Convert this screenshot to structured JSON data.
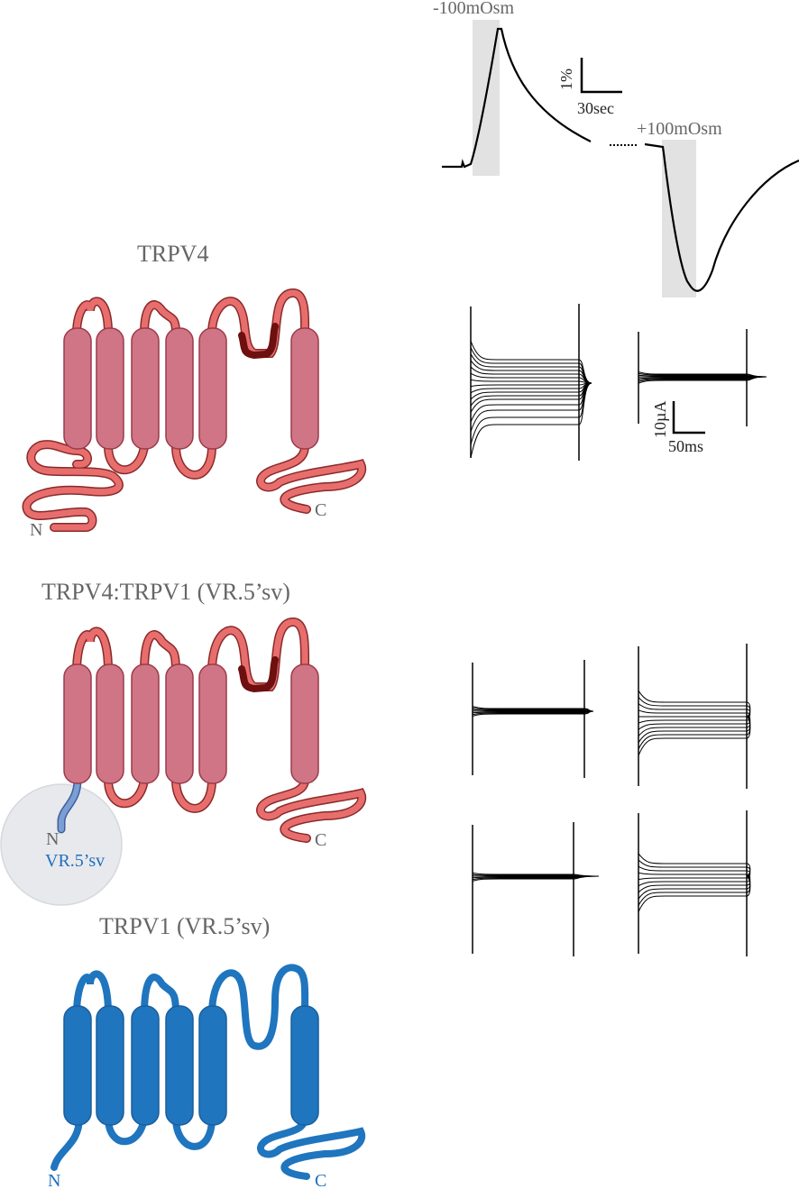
{
  "colors": {
    "trpv4_helix": "#d07585",
    "trpv4_helix_edge": "#9b3a4a",
    "trpv4_loop": "#e86e6e",
    "trpv4_loop_dark": "#6e1010",
    "trpv1_blue": "#1f75be",
    "splice_blue": "#5d86bf",
    "stim_band": "#e2e2e2",
    "circle_fill": "#e8e9ec"
  },
  "panel_a": {
    "title": "TRPV4",
    "n_label": "N",
    "c_label": "C"
  },
  "panel_b": {
    "title": "TRPV4:TRPV1 (VR.5’sv)",
    "n_label": "N",
    "c_label": "C",
    "splice_label": "VR.5’sv"
  },
  "panel_c": {
    "title": "TRPV1 (VR.5’sv)",
    "n_label": "N",
    "c_label": "C"
  },
  "volume_trace": {
    "hypo_label": "-100mOsm",
    "hyper_label": "+100mOsm",
    "scale_y": "1%",
    "scale_x": "30sec"
  },
  "current_scale": {
    "y": "10µA",
    "x": "50ms"
  }
}
